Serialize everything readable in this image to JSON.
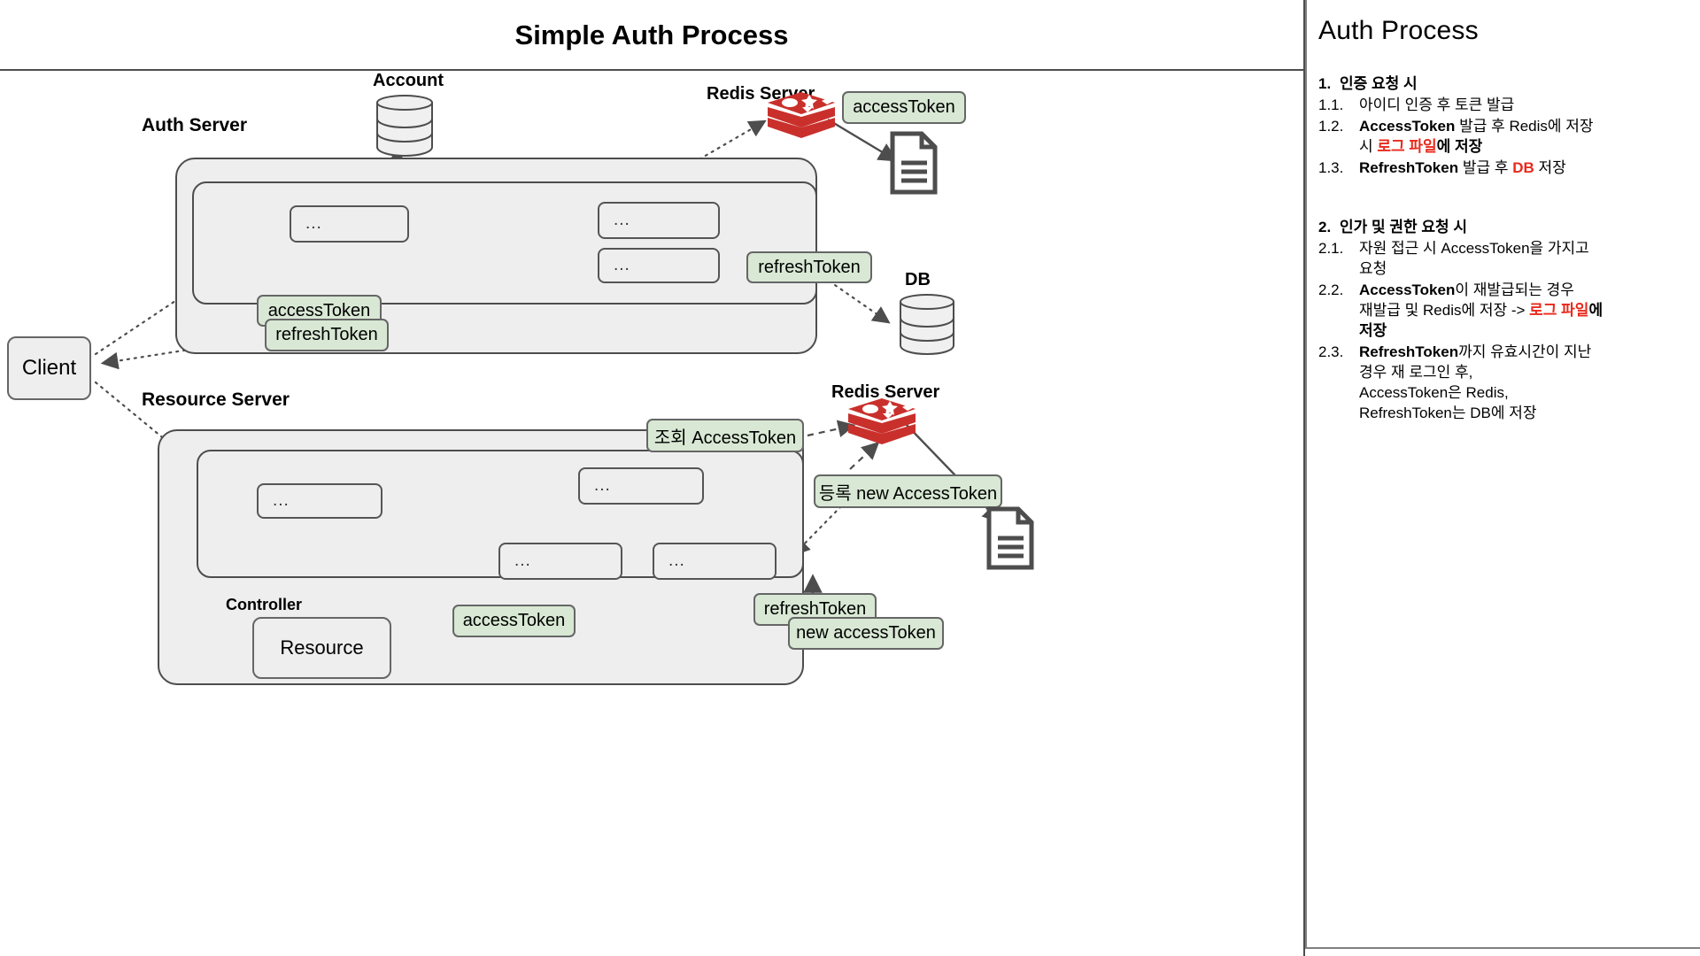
{
  "diagram": {
    "title": "Simple Auth Process",
    "captions": {
      "auth_server": "Auth Server",
      "resource_server": "Resource Server",
      "controller": "Controller",
      "account": "Account",
      "db": "DB",
      "redis_top": "Redis Server",
      "redis_bottom": "Redis Server"
    },
    "client": {
      "label": "Client"
    },
    "ellipsis": "...",
    "auth_nodes": [
      {
        "label": "..."
      },
      {
        "label": "..."
      },
      {
        "label": "..."
      }
    ],
    "resource_nodes": [
      {
        "label": "..."
      },
      {
        "label": "..."
      },
      {
        "label": "..."
      },
      {
        "label": "..."
      }
    ],
    "resource_box": {
      "label": "Resource"
    },
    "tokens": {
      "auth_access": "accessToken",
      "auth_refresh": "refreshToken",
      "auth_refresh_right": "refreshToken",
      "redis_access": "accessToken",
      "res_lookup": "조회 AccessToken",
      "res_register": "등록 new AccessToken",
      "res_access": "accessToken",
      "res_refresh": "refreshToken",
      "res_new_access": "new accessToken"
    },
    "icons": {
      "account_db": "database-cylinder-icon",
      "db": "database-cylinder-icon",
      "redis": "redis-logo-icon",
      "log_file": "document-file-icon"
    },
    "colors": {
      "token_fill": "#d8e8d4",
      "node_fill": "#eeeeee",
      "stroke": "#4d4d4d",
      "redis": "#c9302c",
      "accent_red": "#e8291c"
    }
  },
  "panel": {
    "title": "Auth Process",
    "sections": [
      {
        "num": "1.",
        "heading": "인증 요청 시",
        "items": [
          {
            "idx": "1.1.",
            "html": "아이디 인증 후 토큰 발급"
          },
          {
            "idx": "1.2.",
            "html": "<b>AccessToken</b> 발급 후 Redis에 저장<br>시 <span class=\"red\">로그 파일</span><b>에 저장</b>"
          },
          {
            "idx": "1.3.",
            "html": "<b>RefreshToken</b> 발급 후 <span class=\"red\">DB</span> 저장"
          }
        ]
      },
      {
        "num": "2.",
        "heading": "인가 및 권한 요청 시",
        "items": [
          {
            "idx": "2.1.",
            "html": "자원 접근 시 AccessToken을 가지고<br>요청"
          },
          {
            "idx": "2.2.",
            "html": "<b>AccessToken</b>이 재발급되는 경우<br>재발급 및 Redis에 저장 -&gt; <span class=\"red\">로그 파일</span><b>에<br>저장</b>"
          },
          {
            "idx": "2.3.",
            "html": "<b>RefreshToken</b>까지 유효시간이 지난<br>경우 재 로그인 후,<br>AccessToken은 Redis,<br>RefreshToken는 DB에 저장"
          }
        ]
      }
    ]
  }
}
